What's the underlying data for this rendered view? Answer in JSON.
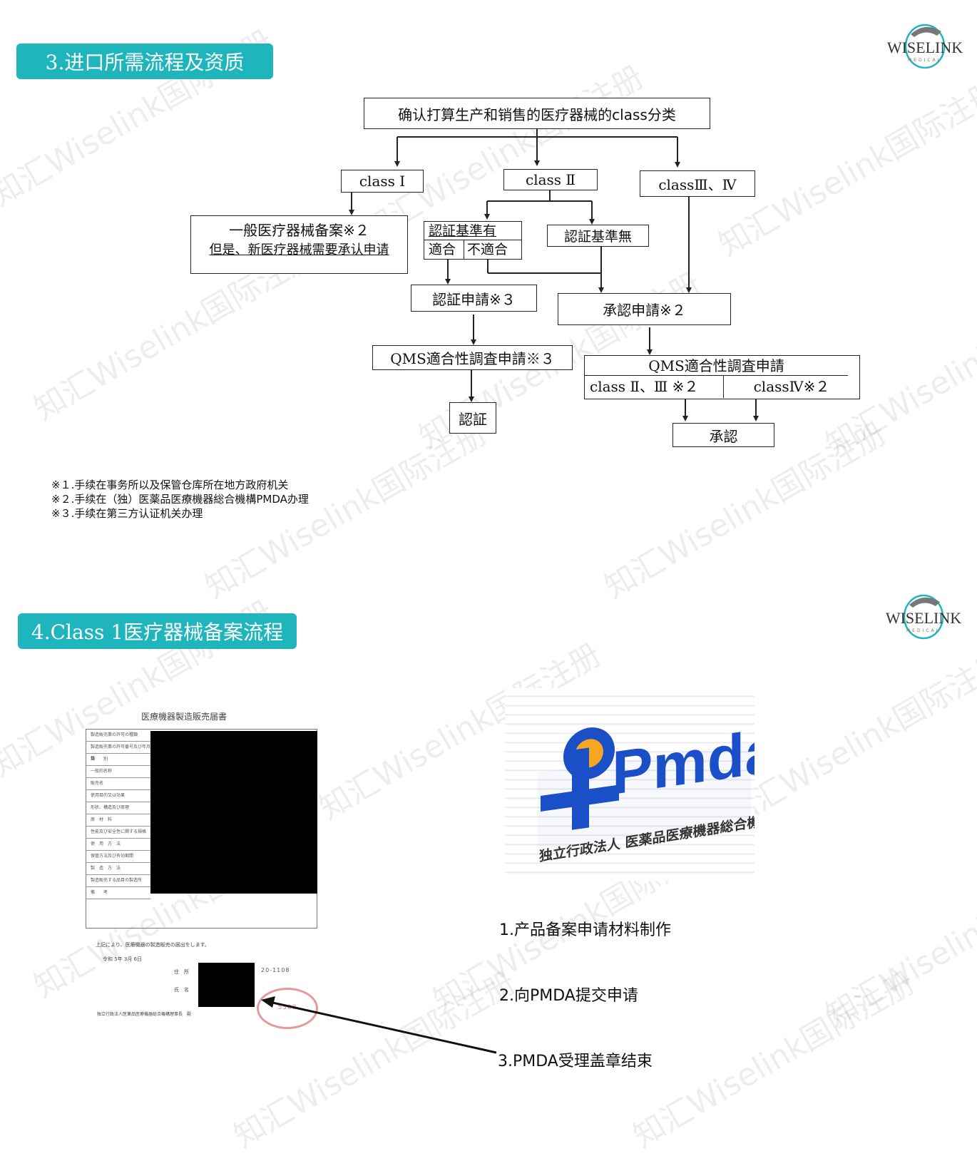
{
  "section3": {
    "banner": "3.进口所需流程及资质",
    "logo": {
      "word": "WISELINK",
      "sub": "MEDICAL"
    },
    "flow": {
      "top": "确认打算生产和销售的医疗器械的class分类",
      "class1": "class Ⅰ",
      "class2": "class Ⅱ",
      "class34": "classⅢ、Ⅳ",
      "general_line1": "一般医疗器械备案※２",
      "general_line2": "但是、新医疗器械需要承认申请",
      "std_have": "認証基準有",
      "fit": "適合",
      "unfit": "不適合",
      "std_none": "認証基準無",
      "cert_apply": "認証申請※３",
      "approval_apply": "承認申請※２",
      "qms_left": "QMS適合性調査申請※３",
      "qms_right_title": "QMS適合性調査申請",
      "qms_right_a": "class Ⅱ、Ⅲ ※２",
      "qms_right_b": "classⅣ※２",
      "cert": "認証",
      "approval": "承認"
    },
    "notes": [
      "※１.手续在事务所以及保管仓库所在地方政府机关",
      "※２.手续在（独）医薬品医療機器総合機構PMDA办理",
      "※３.手续在第三方认证机关办理"
    ]
  },
  "section4": {
    "banner": "4.Class 1医疗器械备案流程",
    "logo": {
      "word": "WISELINK",
      "sub": "MEDICAL"
    },
    "form": {
      "title": "医療機器製造販売届書",
      "rows": [
        "製造販売業の許可の種類",
        "製造販売業の許可番号及び年月日",
        "類　　別",
        "一般的名称",
        "販売名",
        "使用目的又は効果",
        "形状、構造及び原理",
        "原　材　料",
        "性能及び安全性に関する規格",
        "使　用　方　法",
        "保管方法及び有効期間",
        "製　造　方　法",
        "製造販売する品目の製造所",
        "備　　考"
      ],
      "footer_text": "上記により、医療機器の製造販売の届出をします。",
      "date": "令和 5年 3月 6日",
      "address_label": "住　所",
      "name_label": "氏　名",
      "number": "20-1108",
      "addressee": "独立行政法人医薬品医療機器総合機構理事長　殿",
      "stamp_number": "5308"
    },
    "pmda": {
      "logo_text": "Pmda",
      "org_text": "独立行政法人 医薬品医療機器総合機構"
    },
    "steps": [
      "1.产品备案申请材料制作",
      "2.向PMDA提交申请",
      "3.PMDA受理盖章结束"
    ]
  },
  "watermark": "知汇Wiselink国际注册",
  "colors": {
    "banner": "#1fb5bd",
    "pmda_blue": "#1b4fc7",
    "pmda_orange": "#f5a623"
  }
}
